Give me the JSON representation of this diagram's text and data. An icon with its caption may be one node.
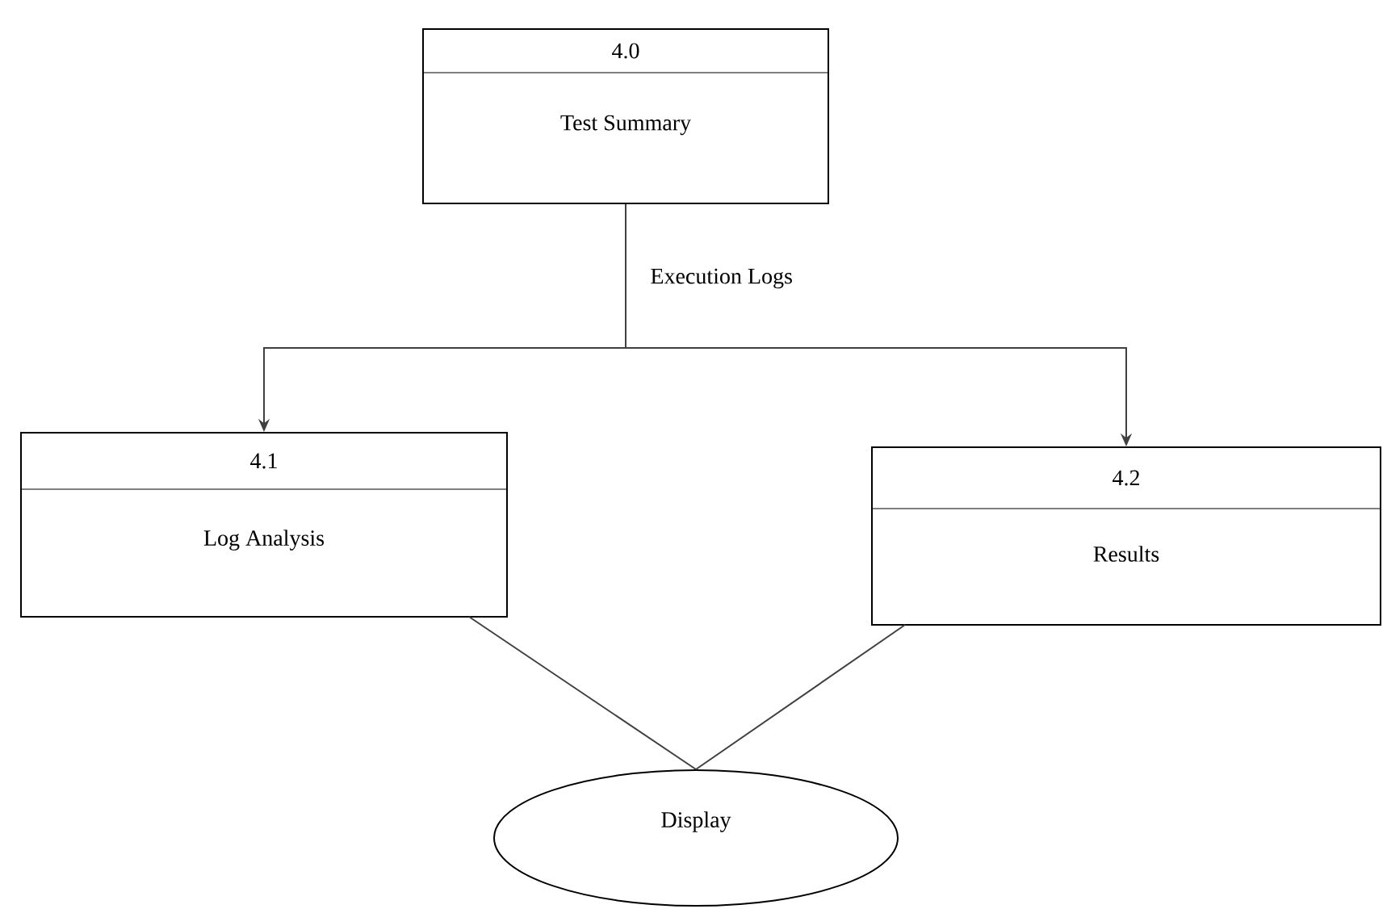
{
  "diagram": {
    "nodes": [
      {
        "text": [
          "4.0",
          "Test Summary"
        ]
      },
      {
        "text": [
          "4.1",
          "Log Analysis"
        ]
      },
      {
        "text": [
          "4.2",
          "Results"
        ]
      },
      {
        "text": [
          "Display"
        ]
      }
    ],
    "edges": [
      {
        "from": 0,
        "to": 1,
        "arrow": "to",
        "label": "Execution Logs"
      },
      {
        "from": 0,
        "to": 2,
        "arrow": "to"
      },
      {
        "from": 1,
        "to": 3,
        "arrow": "none"
      },
      {
        "from": 2,
        "to": 3,
        "arrow": "none"
      }
    ]
  }
}
